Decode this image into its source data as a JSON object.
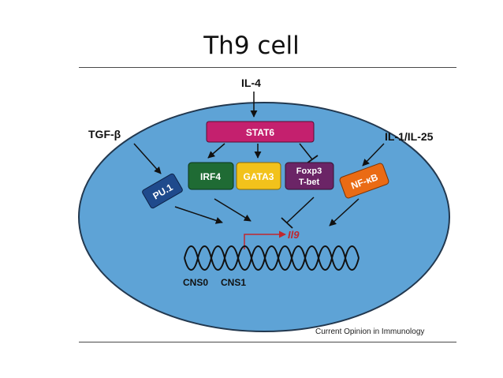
{
  "slide": {
    "title": "Th9 cell"
  },
  "diagram": {
    "inputs": {
      "il4": "IL-4",
      "tgfb": "TGF-β",
      "il1_il25": "IL-1/IL-25"
    },
    "factors": {
      "stat6": "STAT6",
      "pu1": "PU.1",
      "irf4": "IRF4",
      "gata3": "GATA3",
      "foxp3": "Foxp3",
      "tbet": "T-bet",
      "nfkb": "NF-κB"
    },
    "gene": "Il9",
    "dna_labels": {
      "cns0": "CNS0",
      "cns1": "CNS1"
    },
    "source": "Current Opinion in Immunology"
  },
  "colors": {
    "cell_fill": "#5ea3d6",
    "cell_border": "#22384f",
    "stat6": "#c4206e",
    "pu1": "#1f4a8c",
    "irf4": "#1f6b34",
    "gata3": "#f2c21b",
    "foxp3_tbet": "#6b2466",
    "nfkb": "#ea6b14",
    "promoter_arrow": "#c0282e"
  }
}
